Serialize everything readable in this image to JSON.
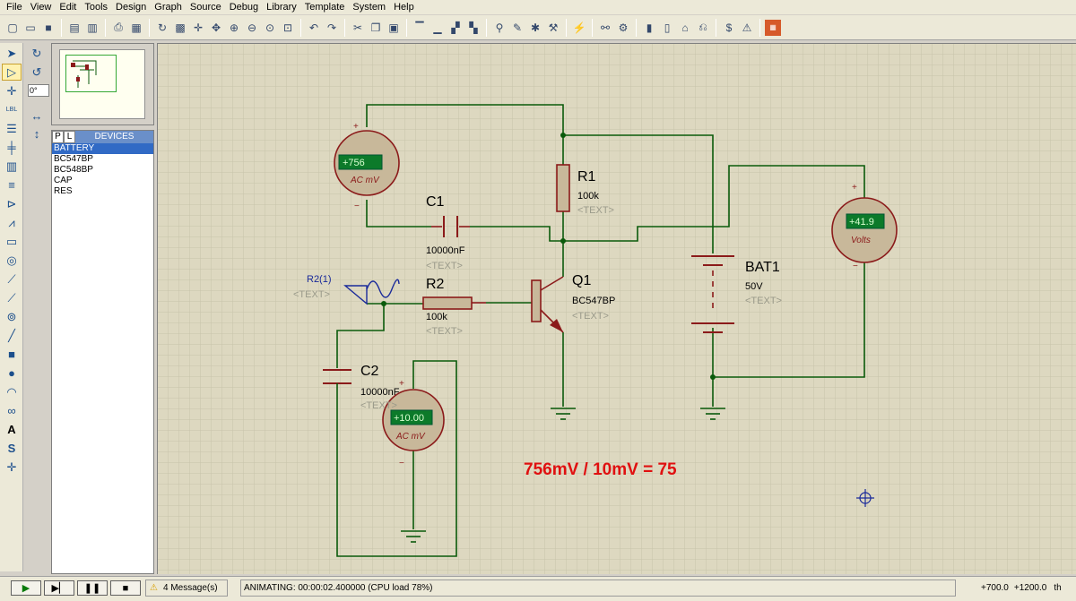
{
  "menu": [
    "File",
    "View",
    "Edit",
    "Tools",
    "Design",
    "Graph",
    "Source",
    "Debug",
    "Library",
    "Template",
    "System",
    "Help"
  ],
  "rotate": {
    "angle_value": "0°"
  },
  "devices": {
    "tab_p": "P",
    "tab_l": "L",
    "title": "DEVICES",
    "items": [
      "BATTERY",
      "BC547BP",
      "BC548BP",
      "CAP",
      "RES"
    ]
  },
  "schematic": {
    "c1": {
      "name": "C1",
      "value": "10000nF",
      "text": "<TEXT>"
    },
    "r1": {
      "name": "R1",
      "value": "100k",
      "text": "<TEXT>"
    },
    "r2": {
      "name": "R2",
      "value": "100k",
      "text": "<TEXT>"
    },
    "q1": {
      "name": "Q1",
      "value": "BC547BP",
      "text": "<TEXT>"
    },
    "bat1": {
      "name": "BAT1",
      "value": "50V",
      "text": "<TEXT>"
    },
    "c2": {
      "name": "C2",
      "value": "10000nF",
      "text": "<TEXT>"
    },
    "source": {
      "name": "R2(1)",
      "text": "<TEXT>"
    },
    "meter_top": {
      "reading": "+756",
      "unit": "AC mV",
      "plus": "+",
      "minus": "−"
    },
    "meter_right": {
      "reading": "+41.9",
      "unit": "Volts",
      "plus": "+",
      "minus": "−"
    },
    "meter_bottom": {
      "reading": "+10.00",
      "unit": "AC mV",
      "plus": "+",
      "minus": "−"
    },
    "annotation": "756mV / 10mV = 75"
  },
  "status": {
    "messages": "4 Message(s)",
    "animating": "ANIMATING: 00:00:02.400000 (CPU load 78%)",
    "coord_x": "+700.0",
    "coord_y": "+1200.0",
    "units": "th"
  },
  "colors": {
    "wire": "#0b5a0b",
    "component": "#8b1a1a",
    "body_fill": "#c8b89a",
    "meter_fill": "#c8b89a",
    "lcd": "#0c7a2a",
    "annotation": "#e01010",
    "grid": "#c8c3aa"
  }
}
